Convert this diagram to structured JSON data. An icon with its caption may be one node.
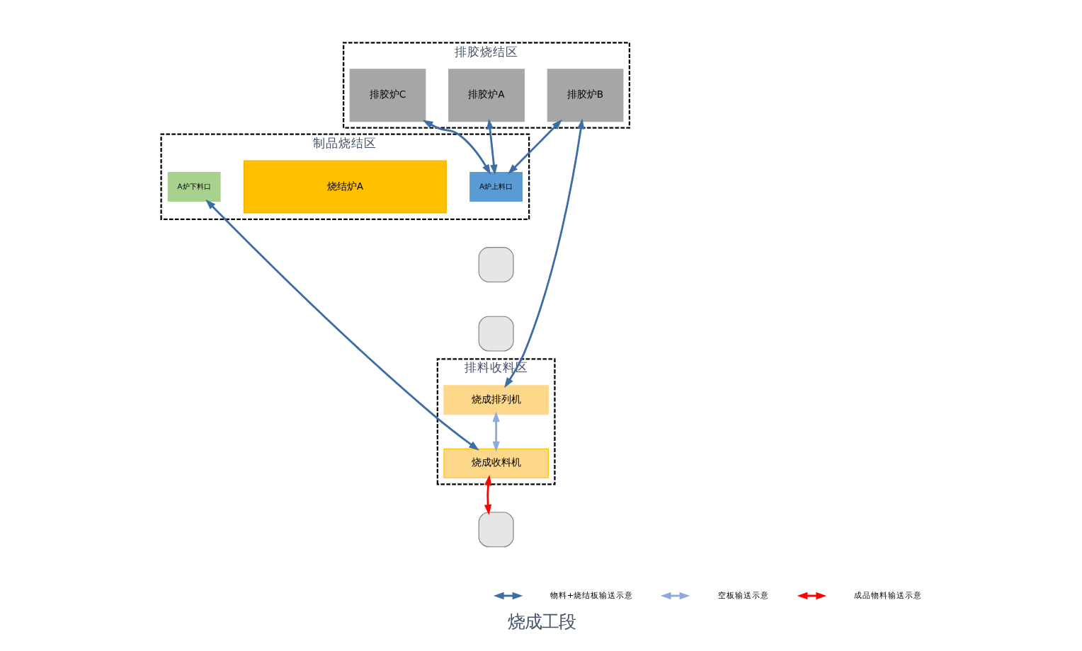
{
  "diagram": {
    "title": "烧成工段",
    "nodes": [
      {
        "text": [
          "排胶烧结区"
        ]
      },
      {
        "text": [
          "排胶炉A"
        ],
        "in": 0
      },
      {
        "text": [
          "排胶炉B"
        ],
        "in": 0
      },
      {
        "text": [
          "排胶炉C"
        ],
        "in": 0
      },
      {
        "text": [
          "制品烧结区"
        ]
      },
      {
        "text": [
          "烧结炉A"
        ],
        "in": 4
      },
      {
        "text": [
          "A炉上料口"
        ],
        "in": 4
      },
      {
        "text": [
          "A炉下料口"
        ],
        "in": 4
      },
      {
        "text": [
          "排料收料区"
        ]
      },
      {
        "text": [
          "烧成排列机"
        ],
        "in": 8
      },
      {
        "text": [
          "烧成收料机"
        ],
        "in": 8
      },
      {
        "text": [],
        "shape": "box"
      },
      {
        "text": [],
        "shape": "box"
      },
      {
        "text": [],
        "shape": "box"
      }
    ],
    "edges": [
      {
        "from": 1,
        "to": 6,
        "arrow": "both"
      },
      {
        "from": 2,
        "to": 6,
        "arrow": "both"
      },
      {
        "from": 3,
        "to": 6,
        "arrow": "both"
      },
      {
        "from": 2,
        "to": 9,
        "arrow": "both"
      },
      {
        "from": 7,
        "to": 10,
        "arrow": "both"
      },
      {
        "from": 9,
        "to": 10,
        "arrow": "both",
        "color": "#8eaadb"
      },
      {
        "from": 10,
        "to": 13,
        "arrow": "both",
        "color": "#ff0000"
      }
    ],
    "legend": [
      {
        "text": "物料+烧结板输送示意"
      },
      {
        "text": "空板输送示意"
      },
      {
        "text": "成品物料输送示意"
      }
    ]
  }
}
